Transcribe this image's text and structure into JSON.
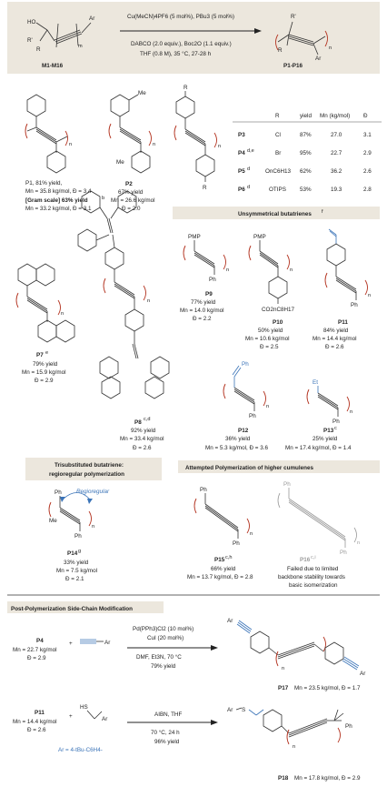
{
  "scheme": {
    "reaction": {
      "conditions_line1": "Cu(MeCN)4PF6 (5 mol%), PBu3 (5 mol%)",
      "conditions_line2": "DABCO (2.0 equiv.), Boc2O (1.1 equiv.)",
      "conditions_line3": "THF (0.8 M), 35 °C, 27-28 h",
      "reactant_label": "M1-M16",
      "product_label": "P1-P16",
      "reactant_atoms": [
        "HO",
        "R'",
        "R",
        "Ar",
        "m"
      ],
      "product_atoms": [
        "R'",
        "R",
        "Ar",
        "n"
      ]
    },
    "p1": {
      "line1": "P1, 81% yield,",
      "line2": "Mn = 35.8 kg/mol, Đ = 3.4",
      "line3": "[Gram scale] 63% yield",
      "line3_sup": "b",
      "line4": "Mn = 33.2 kg/mol, Đ = 3.1"
    },
    "p2": {
      "id": "P2",
      "yield": "67% yield",
      "mn": "Mn = 26.6 kg/mol",
      "d": "Đ = 2.0",
      "atom": "Me"
    },
    "table": {
      "headers": [
        "R",
        "yield",
        "Mn (kg/mol)",
        "Đ"
      ],
      "rows": [
        {
          "id": "P3",
          "sup": "",
          "r": "Cl",
          "yield": "87%",
          "mn": "27.0",
          "d": "3.1"
        },
        {
          "id": "P4",
          "sup": "d,e",
          "r": "Br",
          "yield": "95%",
          "mn": "22.7",
          "d": "2.9"
        },
        {
          "id": "P5",
          "sup": "d",
          "r": "OnC6H13",
          "yield": "62%",
          "mn": "36.2",
          "d": "2.6"
        },
        {
          "id": "P6",
          "sup": "d",
          "r": "OTIPS",
          "yield": "53%",
          "mn": "19.3",
          "d": "2.8"
        }
      ]
    },
    "unsym_header": "Unsymmetrical butatrienes",
    "unsym_header_sup": "f",
    "p7": {
      "id": "P7",
      "sup": "e",
      "yield": "79% yield",
      "mn": "Mn = 15.9 kg/mol",
      "d": "Đ = 2.9"
    },
    "p8": {
      "id": "P8",
      "sup": "c,d",
      "yield": "92% yield",
      "mn": "Mn = 33.4 kg/mol",
      "d": "Đ = 2.6"
    },
    "p9": {
      "id": "P9",
      "yield": "77% yield",
      "mn": "Mn = 14.0 kg/mol",
      "d": "Đ = 2.2",
      "atoms": [
        "PMP",
        "Ph",
        "n"
      ]
    },
    "p10": {
      "id": "P10",
      "yield": "50% yield",
      "mn": "Mn = 10.6 kg/mol",
      "d": "Đ = 2.5",
      "atoms": [
        "PMP",
        "CO2nC8H17",
        "n"
      ]
    },
    "p11": {
      "id": "P11",
      "yield": "84% yield",
      "mn": "Mn = 14.4 kg/mol",
      "d": "Đ = 2.6",
      "atoms": [
        "Ph",
        "n"
      ]
    },
    "p12": {
      "id": "P12",
      "yield": "36% yield",
      "mn": "Mn = 5.3 kg/mol, Đ = 3.6",
      "atoms": [
        "Ph",
        "Ph",
        "n"
      ]
    },
    "p13": {
      "id": "P13",
      "sup": "c",
      "yield": "25% yield",
      "mn": "Mn = 17.4 kg/mol, Đ = 1.4",
      "atoms": [
        "Et",
        "Ph",
        "n"
      ]
    },
    "tri_header_line1": "Trisubstituted butatriene:",
    "tri_header_line2": "regioregular polymerization",
    "p14": {
      "id": "P14",
      "sup": "g",
      "yield": "33% yield",
      "mn": "Mn = 7.5 kg/mol",
      "d": "Đ = 2.1",
      "atoms": [
        "Ph",
        "Me",
        "Ph",
        "n"
      ],
      "regio": "Regioregular"
    },
    "higher_header": "Attempted Polymerization of higher cumulenes",
    "p15": {
      "id": "P15",
      "sup": "c,h",
      "yield": "66% yield",
      "mn": "Mn = 13.7 kg/mol, Đ = 2.8",
      "atoms": [
        "Ph",
        "Ph",
        "n"
      ]
    },
    "p16": {
      "id": "P16",
      "sup": "c,i",
      "line1": "Failed due to limited",
      "line2": "backbone stability towards",
      "line3": "basic isomerization",
      "atoms": [
        "Ph",
        "Ph",
        "n"
      ]
    },
    "ppm_header": "Post-Polymerization Side-Chain Modification",
    "r1": {
      "reactant": "P4",
      "mn": "Mn = 22.7 kg/mol",
      "d": "Đ = 2.9",
      "plus": "+",
      "alkyne_ar": "Ar",
      "cond1": "Pd(PPh3)Cl2 (10 mol%)",
      "cond2": "CuI (20 mol%)",
      "cond3": "DMF, Et3N, 70 °C",
      "cond4": "79% yield",
      "product": "P17",
      "product_data": "Mn = 23.5 kg/mol, Đ = 1.7",
      "atoms": [
        "Ar",
        "Ar",
        "n"
      ]
    },
    "r2": {
      "reactant": "P11",
      "mn": "Mn = 14.4 kg/mol",
      "d": "Đ = 2.6",
      "plus": "+",
      "thiol": "HS",
      "thiol_ar": "Ar",
      "cond1": "AIBN, THF",
      "cond2": "70 °C, 24 h",
      "cond3": "96% yield",
      "ar_def": "Ar = 4-tBu-C6H4-",
      "product": "P18",
      "product_data": "Mn = 17.8 kg/mol, Đ = 2.9",
      "atoms": [
        "Ar",
        "S",
        "Ph",
        "n"
      ]
    }
  }
}
